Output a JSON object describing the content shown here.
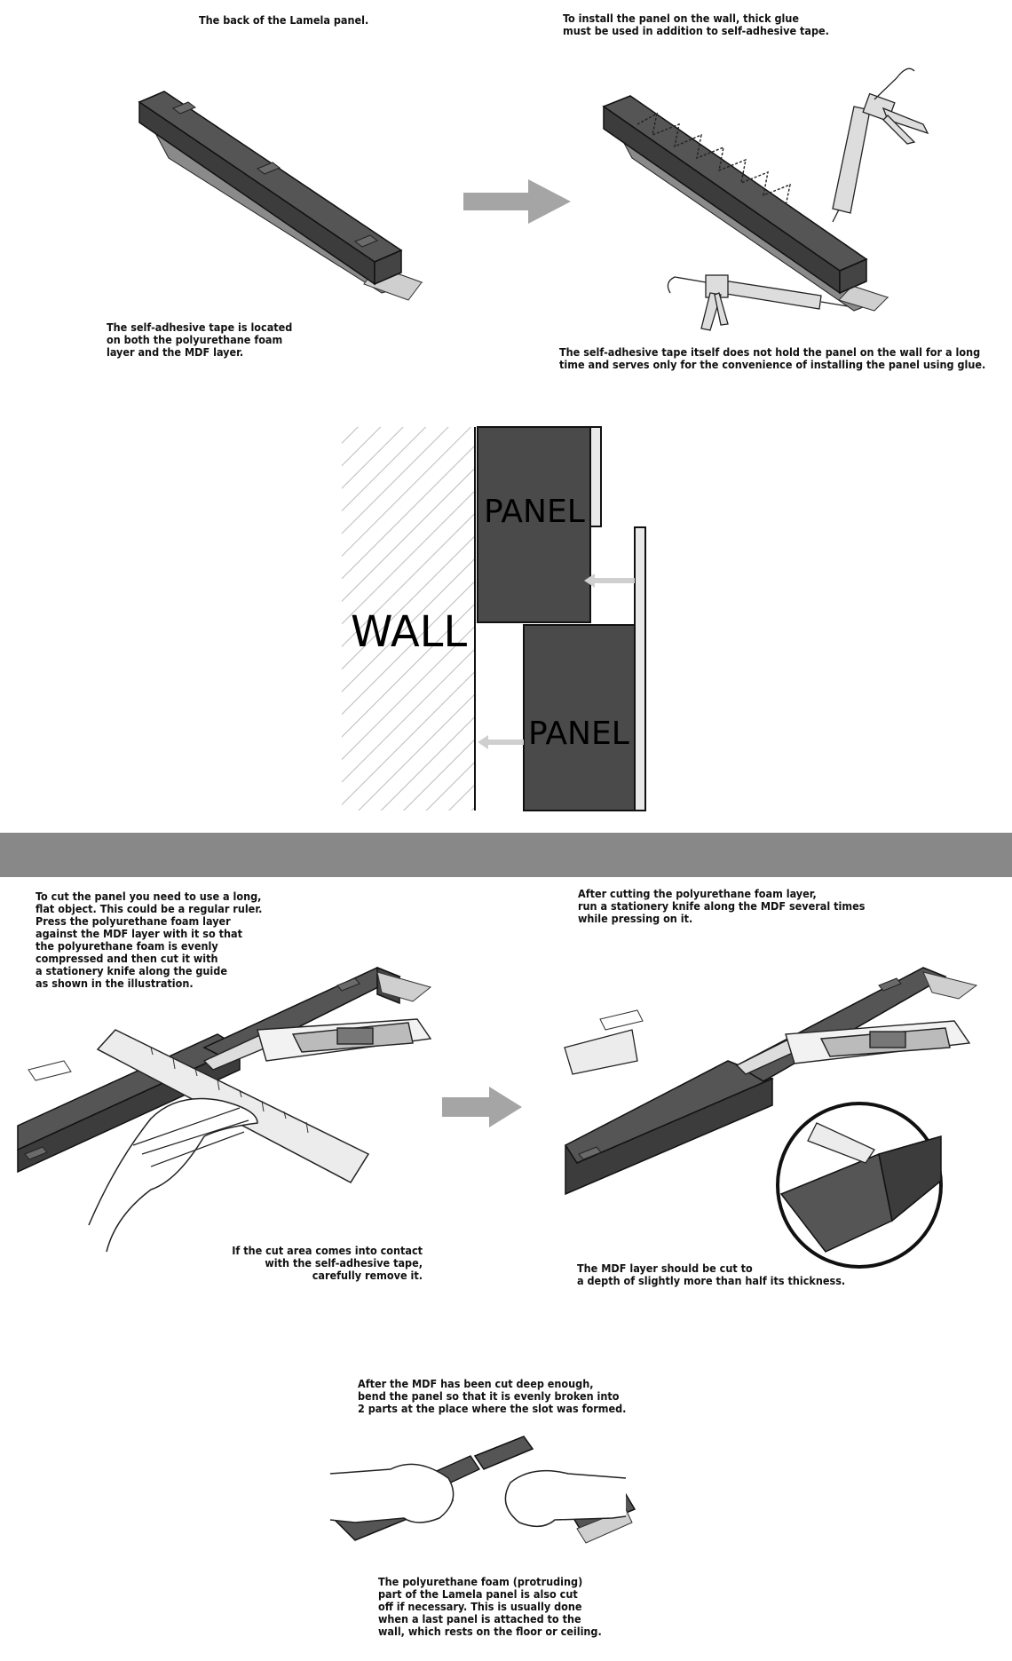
{
  "captions": {
    "back_of_panel": "The back of the Lamela panel.",
    "install_glue": "To install the panel on the wall, thick glue\nmust be used in addition to self-adhesive tape.",
    "tape_location": "The self-adhesive tape is located\non both the polyurethane foam\nlayer and the MDF layer.",
    "tape_note": "The self-adhesive tape itself does not hold the panel on the wall for a long\ntime and serves only for the convenience of installing the panel using glue.",
    "cut_intro": "To cut the panel you need to use a long,\nflat object. This could be a regular ruler.\nPress the polyurethane foam layer\nagainst the MDF layer with it so that\nthe polyurethane foam is evenly\ncompressed and then cut it with\na stationery knife along the guide\nas shown in the illustration.",
    "after_cutting": "After cutting the polyurethane foam layer,\nrun a stationery knife along the MDF several times\nwhile pressing on it.",
    "tape_contact": "If the cut area comes into contact\nwith the self-adhesive tape,\ncarefully remove it.",
    "mdf_depth": "The MDF layer should be cut to\na depth of slightly more than half its thickness.",
    "bend_panel": "After the MDF has been cut deep enough,\nbend the panel so that it is evenly broken into\n2 parts at the place where the slot was formed.",
    "foam_cut": "The polyurethane foam (protruding)\npart of the Lamela panel is also cut\noff if necessary. This is usually done\nwhen a last panel is attached to the\nwall, which rests on the floor or ceiling."
  },
  "wall_diagram": {
    "wall_label": "WALL",
    "panel_top_label": "PANEL",
    "panel_bottom_label": "PANEL"
  },
  "colors": {
    "panel_dark": "#4a4a4a",
    "panel_light": "#6e6e6e",
    "arrow_gray": "#a5a5a5",
    "band_gray": "#888888",
    "hatch": "#bbbbbb"
  }
}
